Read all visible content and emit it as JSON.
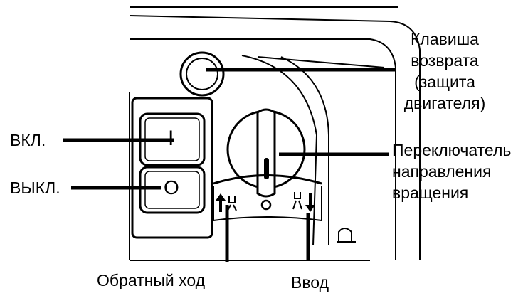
{
  "labels": {
    "on": "ВКЛ.",
    "off": "ВЫКЛ.",
    "reset": [
      "Клавиша",
      "возврата",
      "(защита",
      "двигателя)"
    ],
    "direction_switch": [
      "Переключатель",
      "направления",
      "вращения"
    ],
    "reverse": "Обратный ход",
    "forward": "Ввод"
  },
  "switch_symbols": {
    "on_symbol": "I",
    "off_symbol": "O",
    "neutral_symbol": "O"
  },
  "icons": {
    "reset_button": "round-reset-button",
    "rocker_switch": "on-off-rocker-switch",
    "rotary_knob": "rotary-direction-knob",
    "reverse_mark": "arrow-up-drill-icon",
    "forward_mark": "drill-arrow-down-icon"
  },
  "colors": {
    "line": "#000000",
    "background": "#ffffff"
  }
}
